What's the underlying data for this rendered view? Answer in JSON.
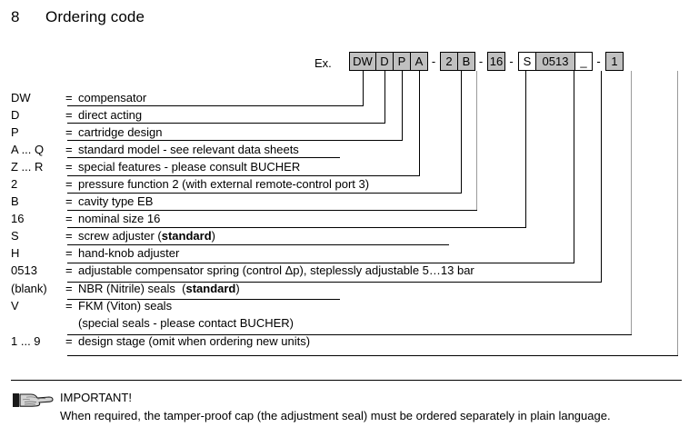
{
  "heading": {
    "number": "8",
    "title": "Ordering code"
  },
  "example": {
    "label": "Ex.",
    "separator": "-",
    "segments": [
      {
        "value": "DW",
        "fill": "grey"
      },
      {
        "value": "D",
        "fill": "grey"
      },
      {
        "value": "P",
        "fill": "grey"
      },
      {
        "value": "A",
        "fill": "grey"
      },
      {
        "value": "2",
        "fill": "grey"
      },
      {
        "value": "B",
        "fill": "grey"
      },
      {
        "value": "16",
        "fill": "grey"
      },
      {
        "value": "S",
        "fill": "white"
      },
      {
        "value": "0513",
        "fill": "grey"
      },
      {
        "value": "_",
        "fill": "white"
      },
      {
        "value": "1",
        "fill": "grey"
      }
    ]
  },
  "legend": {
    "equals": "=",
    "rows": [
      {
        "code": "DW",
        "text": "compensator"
      },
      {
        "code": "D",
        "text": "direct acting"
      },
      {
        "code": "P",
        "text": "cartridge design"
      },
      {
        "code": "A ... Q",
        "text": "standard model - see relevant data sheets"
      },
      {
        "code": "Z ... R",
        "text": "special features - please consult BUCHER"
      },
      {
        "code": "2",
        "text": "pressure function 2 (with external remote-control port 3)"
      },
      {
        "code": "B",
        "text": "cavity type EB"
      },
      {
        "code": "16",
        "text": "nominal size 16"
      },
      {
        "code": "S",
        "text": "screw adjuster (standard)",
        "bold": "standard"
      },
      {
        "code": "H",
        "text": "hand-knob adjuster"
      },
      {
        "code": "0513",
        "text": "adjustable compensator spring (control Δp), steplessly adjustable 5…13 bar"
      },
      {
        "code": "(blank)",
        "text": "NBR (Nitrile) seals  (standard)",
        "bold": "standard"
      },
      {
        "code": "V",
        "text": "FKM (Viton) seals"
      },
      {
        "code": "",
        "text": "(special seals - please contact BUCHER)"
      },
      {
        "code": "1 ... 9",
        "text": "design stage (omit when ordering new units)"
      }
    ]
  },
  "important": {
    "icon": "pointing-hand-icon",
    "title": "IMPORTANT!",
    "body": "When required, the tamper-proof cap (the adjustment seal) must be ordered separately in plain language."
  },
  "colors": {
    "box_fill": "#c0c0c0",
    "box_border": "#000000",
    "leader_line": "#000000",
    "leader_line_alt": "#9a9a9a",
    "text": "#000000",
    "background": "#ffffff"
  }
}
